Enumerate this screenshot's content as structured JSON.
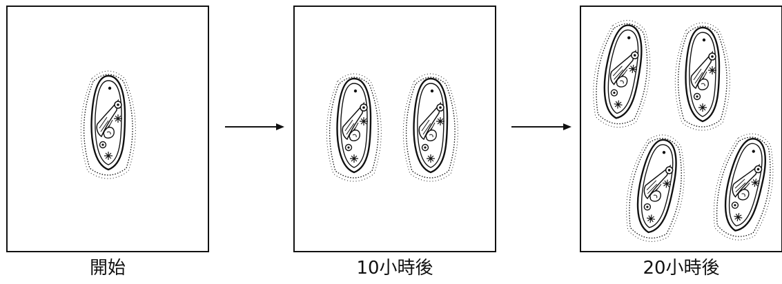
{
  "panels": [
    {
      "caption": "開始",
      "organism_count": 1
    },
    {
      "caption": "10小時後",
      "organism_count": 2
    },
    {
      "caption": "20小時後",
      "organism_count": 4
    }
  ],
  "organism_name": "paramecium-icon",
  "colors": {
    "ink": "#111111",
    "background": "#ffffff"
  }
}
